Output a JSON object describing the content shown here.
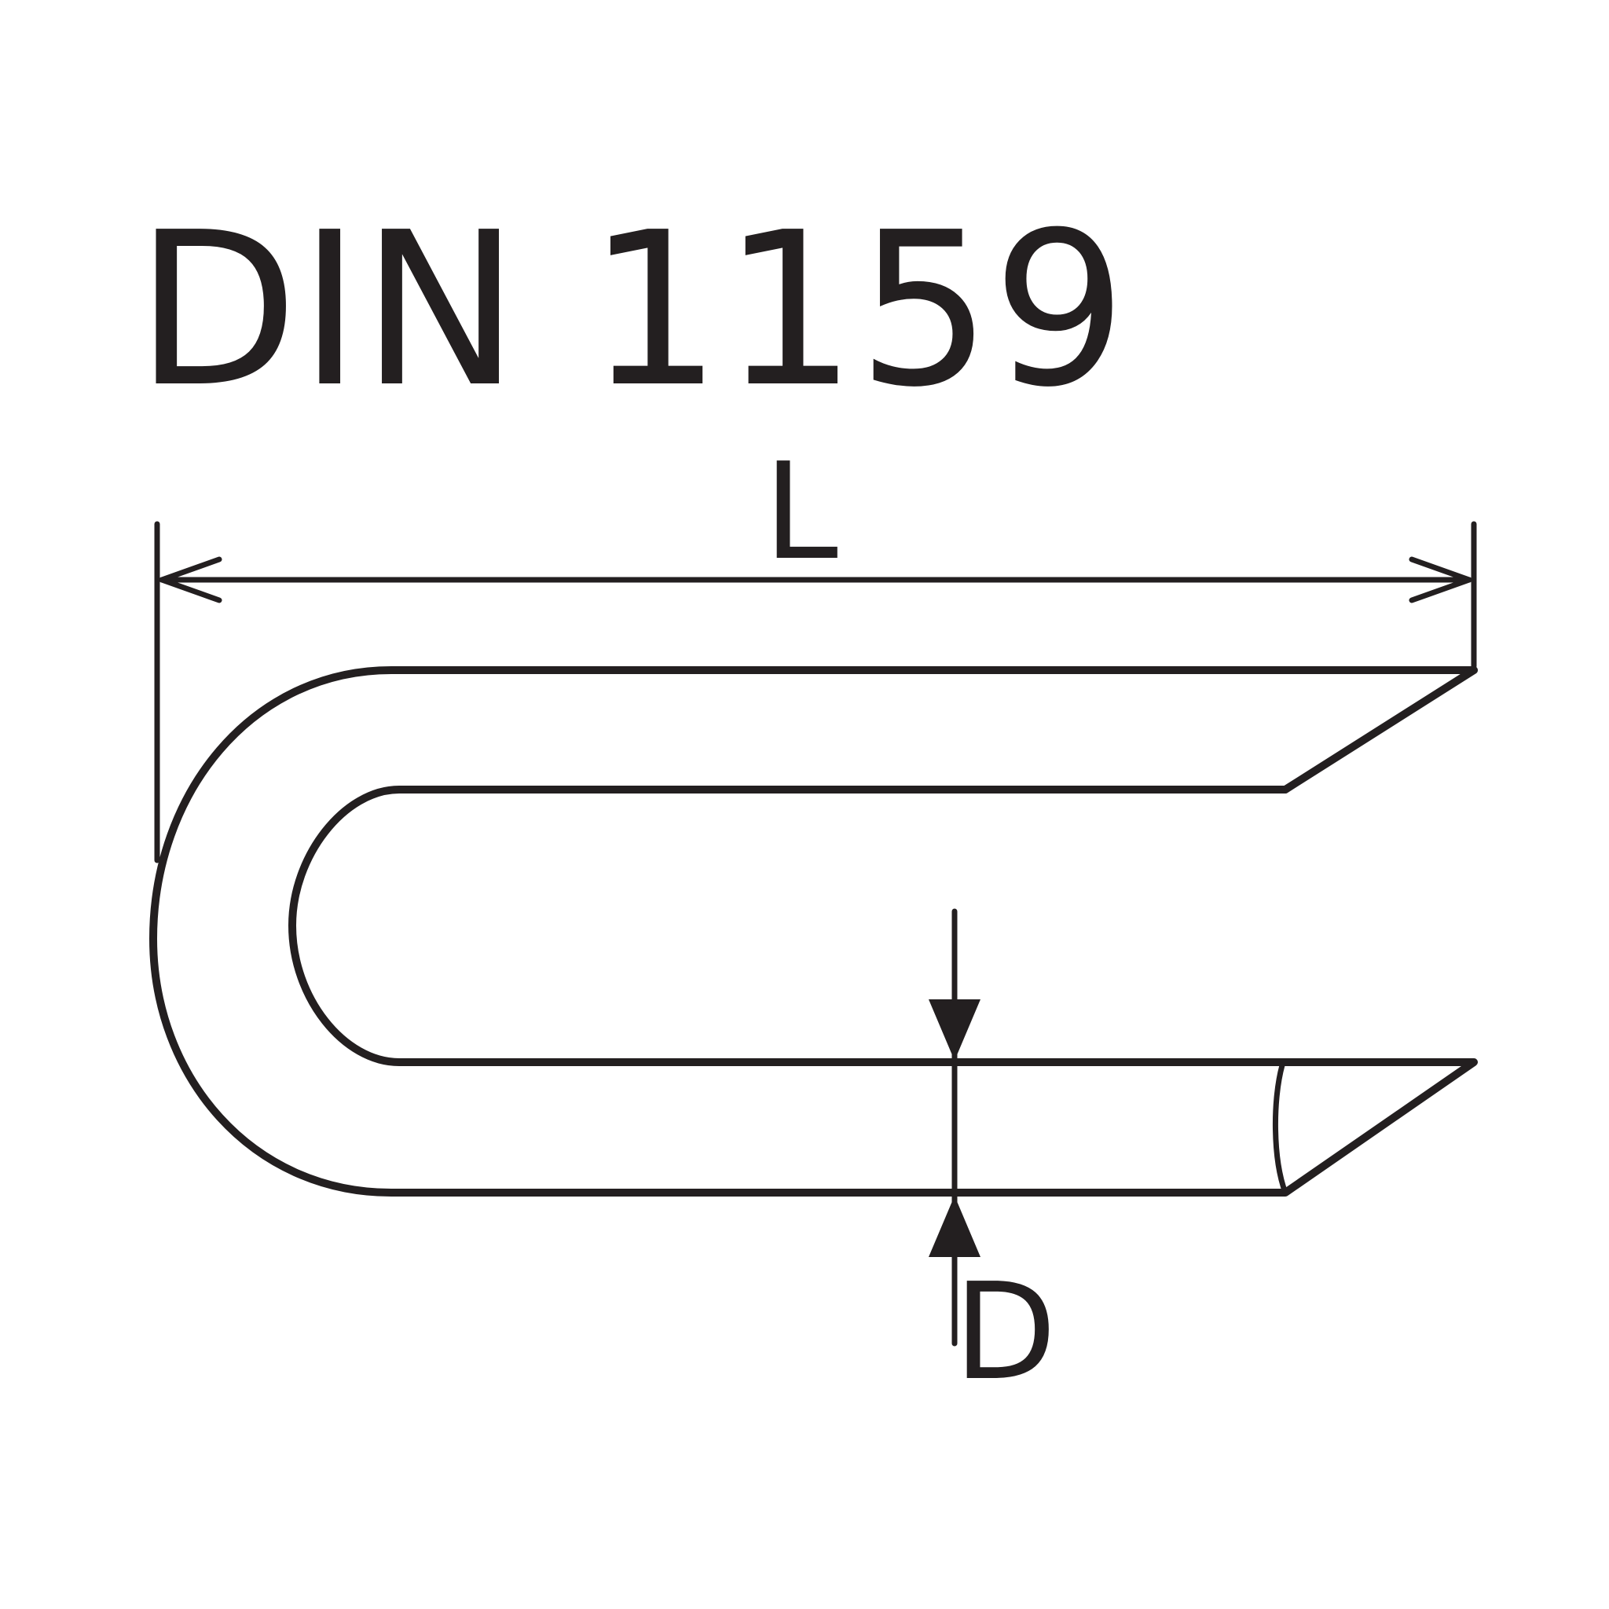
{
  "title": "DIN 1159",
  "dimensions": {
    "length_label": "L",
    "diameter_label": "D"
  },
  "colors": {
    "line": "#231f20",
    "background": "#ffffff"
  }
}
